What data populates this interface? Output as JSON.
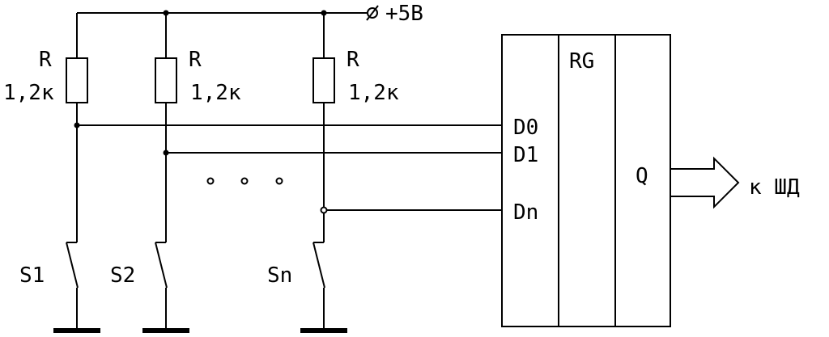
{
  "supply": {
    "label": "+5В"
  },
  "resistors": [
    {
      "name": "R",
      "value": "1,2к"
    },
    {
      "name": "R",
      "value": "1,2к"
    },
    {
      "name": "R",
      "value": "1,2к"
    }
  ],
  "switches": [
    {
      "label": "S1"
    },
    {
      "label": "S2"
    },
    {
      "label": "Sn"
    }
  ],
  "register": {
    "type": "RG",
    "inputs": [
      "D0",
      "D1",
      "Dn"
    ],
    "output": "Q"
  },
  "output_label": "к ШД"
}
